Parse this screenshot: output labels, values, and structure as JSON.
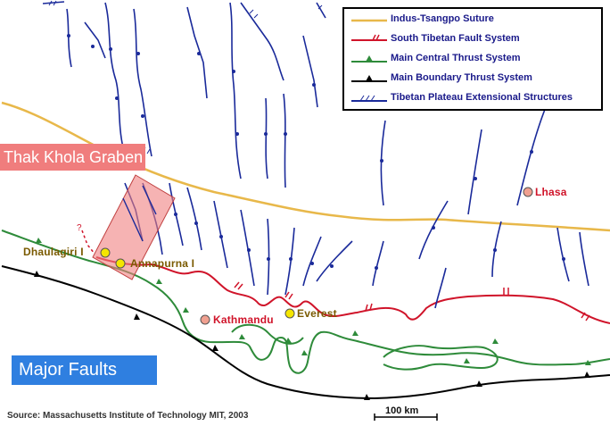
{
  "legend": {
    "items": [
      {
        "label": "Indus-Tsangpo Suture",
        "color": "#e8b84a",
        "symbol": "line"
      },
      {
        "label": "South Tibetan Fault System",
        "color": "#d0142a",
        "symbol": "double-tick"
      },
      {
        "label": "Main Central Thrust System",
        "color": "#2e8b3a",
        "symbol": "triangle"
      },
      {
        "label": "Main Boundary Thrust System",
        "color": "#000000",
        "symbol": "triangle"
      },
      {
        "label": "Tibetan Plateau Extensional Structures",
        "color": "#1a2a9a",
        "symbol": "hatched"
      }
    ]
  },
  "titles": {
    "graben": "Thak Khola Graben",
    "major": "Major Faults"
  },
  "places": {
    "dhaulagiri": "Dhaulagiri I",
    "annapurna": "Annapurna I",
    "everest": "Everest",
    "kathmandu": "Kathmandu",
    "lhasa": "Lhasa"
  },
  "source": "Source: Massachusetts Institute of Technology  MIT, 2003",
  "scale": "100 km",
  "colors": {
    "suture": "#e8b84a",
    "stfs": "#d0142a",
    "mct": "#2e8b3a",
    "mbt": "#000000",
    "extension": "#1a2a9a",
    "graben_fill": "#f08080",
    "peak": "#f5e600",
    "city": "#f0a090"
  }
}
